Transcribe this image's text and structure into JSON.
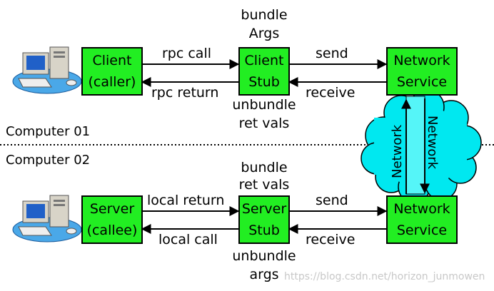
{
  "boxes": {
    "client": {
      "line1": "Client",
      "line2": "(caller)"
    },
    "client_stub": {
      "line1": "Client",
      "line2": "Stub"
    },
    "network_top": {
      "line1": "Network",
      "line2": "Service"
    },
    "server": {
      "line1": "Server",
      "line2": "(callee)"
    },
    "server_stub": {
      "line1": "Server",
      "line2": "Stub"
    },
    "network_bottom": {
      "line1": "Network",
      "line2": "Service"
    }
  },
  "labels": {
    "top_bundle_1": "bundle",
    "top_bundle_2": "Args",
    "top_unbundle_1": "unbundle",
    "top_unbundle_2": "ret vals",
    "rpc_call": "rpc call",
    "rpc_return": "rpc return",
    "send_top": "send",
    "receive_top": "receive",
    "bottom_bundle_1": "bundle",
    "bottom_bundle_2": "ret vals",
    "bottom_unbundle_1": "unbundle",
    "bottom_unbundle_2": "args",
    "local_return": "local return",
    "local_call": "local call",
    "send_bottom": "send",
    "receive_bottom": "receive"
  },
  "computers": {
    "top": "Computer 01",
    "bottom": "Computer 02"
  },
  "network_cloud": {
    "left_label": "Network",
    "right_label": "Network"
  },
  "watermark": "https://blog.csdn.net/horizon_junmowen",
  "colors": {
    "box_fill": "#22ee22",
    "cloud_fill": "#00e8f0",
    "cloud_inner": "#55f5f8"
  }
}
